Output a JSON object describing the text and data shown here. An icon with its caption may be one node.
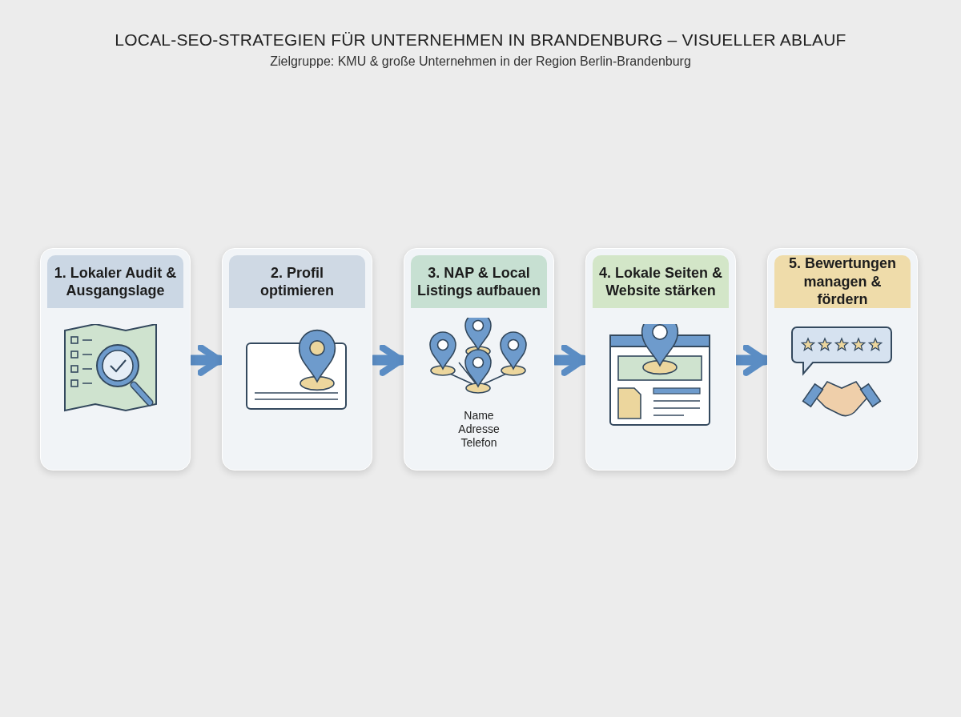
{
  "diagram": {
    "title": "LOCAL-SEO-STRATEGIEN FÜR UNTERNEHMEN IN BRANDENBURG – VISUELLER ABLAUF",
    "caption": "Zielgruppe: KMU & große Unternehmen in der Region Berlin-Brandenburg",
    "nodes": [
      {
        "text": [
          "1. Lokaler Audit & Ausgangslage"
        ]
      },
      {
        "text": [
          "2. Profil optimieren"
        ]
      },
      {
        "text": [
          "3. NAP & Local Listings aufbauen",
          "Name Adresse Telefon"
        ]
      },
      {
        "text": [
          "4. Lokale Seiten & Website stärken"
        ]
      },
      {
        "text": [
          "5. Bewertungen managen & fördern"
        ]
      }
    ],
    "edges": [
      {
        "from": 0,
        "to": 1,
        "arrow": "to"
      },
      {
        "from": 1,
        "to": 2,
        "arrow": "to"
      },
      {
        "from": 2,
        "to": 3,
        "arrow": "to"
      },
      {
        "from": 3,
        "to": 4,
        "arrow": "to"
      }
    ]
  }
}
